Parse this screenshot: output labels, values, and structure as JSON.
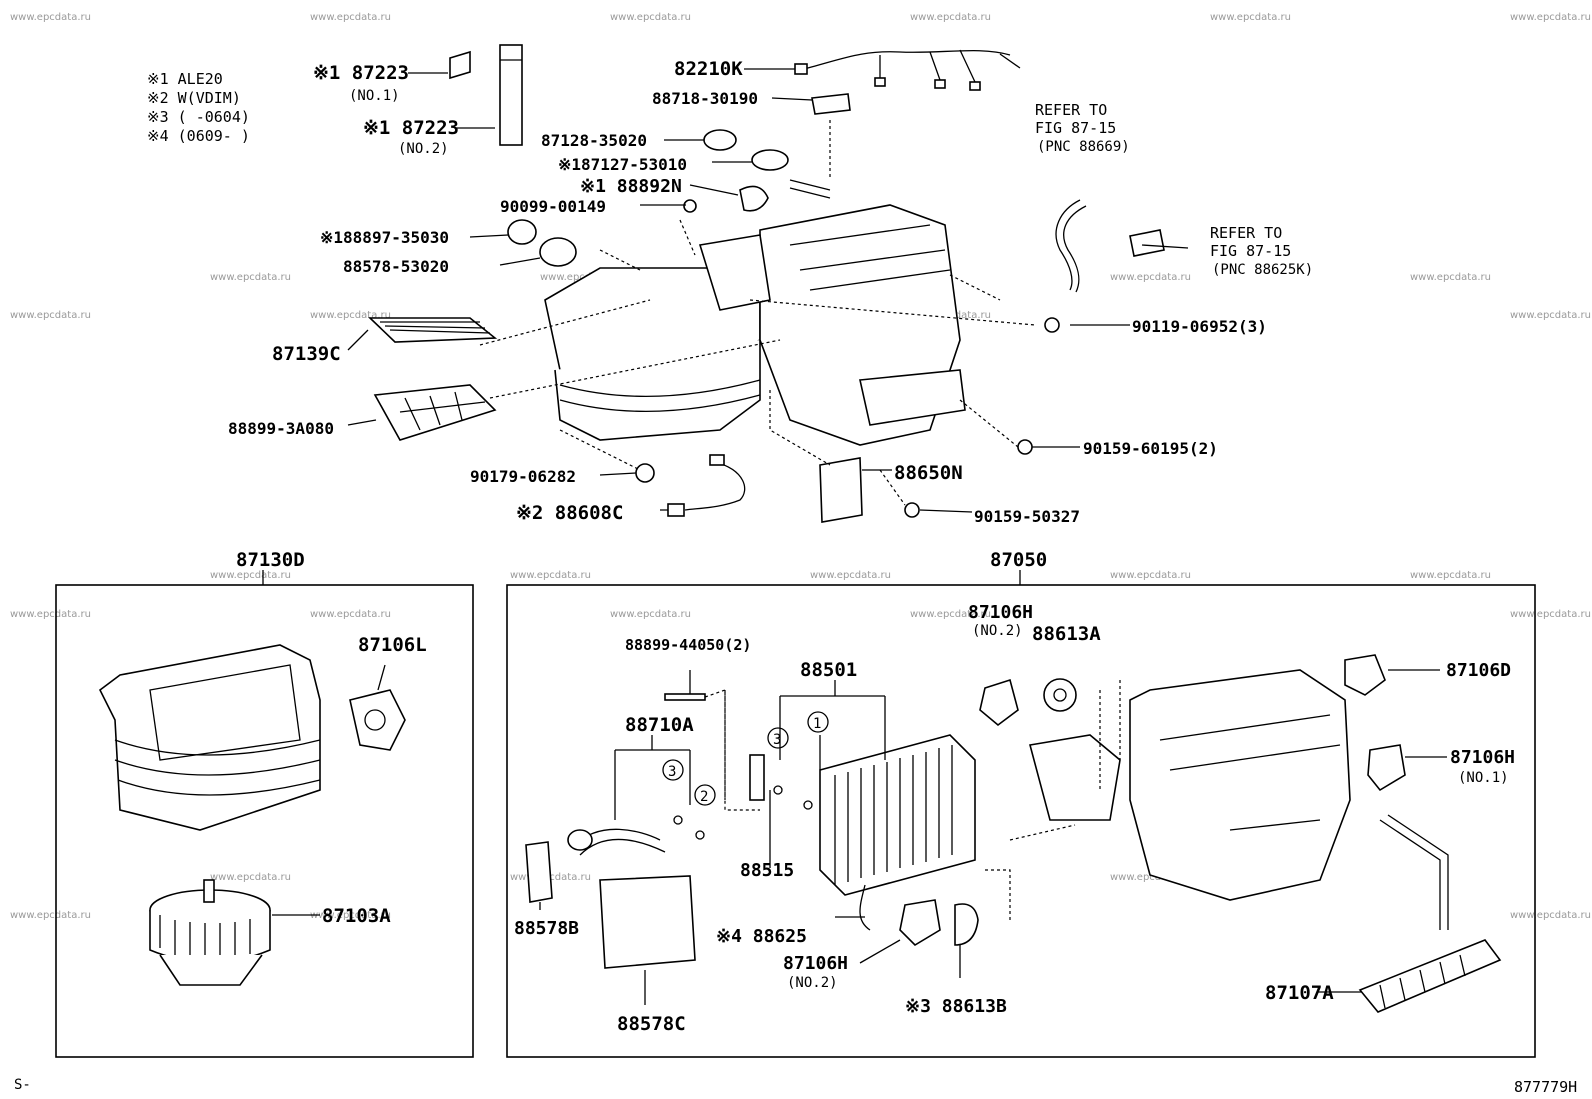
{
  "notes": [
    "※1 ALE20",
    "※2 W(VDIM)",
    "※3 (     -0604)",
    "※4 (0609-     )"
  ],
  "watermark": "www.epcdata.ru",
  "footer": {
    "left": "S-",
    "right": "877779H"
  },
  "callouts": [
    "※1 87223",
    "(NO.1)",
    "※1 87223",
    "(NO.2)",
    "82210K",
    "88718-30190",
    "87128-35020",
    "※187127-53010",
    "※1 88892N",
    "90099-00149",
    "※188897-35030",
    "88578-53020",
    "REFER TO",
    "FIG  87-15",
    "(PNC 88669)",
    "REFER TO",
    "FIG 87-15",
    "(PNC 88625K)",
    "90119-06952(3)",
    "87139C",
    "88899-3A080",
    "90159-60195(2)",
    "90179-06282",
    "88650N",
    "※2 88608C",
    "90159-50327",
    "87130D",
    "87050",
    "87106L",
    "87103A",
    "87106H",
    "(NO.2)",
    "88613A",
    "88899-44050(2)",
    "88501",
    "88710A",
    "87106D",
    "87106H",
    "(NO.1)",
    "88515",
    "88578B",
    "※4 88625",
    "87106H",
    "(NO.2)",
    "※3 88613B",
    "88578C",
    "87107A",
    "3",
    "1",
    "3",
    "2"
  ]
}
